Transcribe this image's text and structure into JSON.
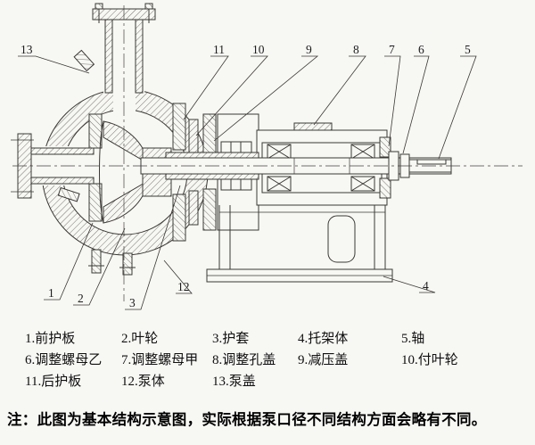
{
  "drawing": {
    "description": "Cross-section engineering drawing of a horizontal slurry pump",
    "callouts": [
      {
        "label": "13"
      },
      {
        "label": "11"
      },
      {
        "label": "10"
      },
      {
        "label": "9"
      },
      {
        "label": "8"
      },
      {
        "label": "7"
      },
      {
        "label": "6"
      },
      {
        "label": "5"
      },
      {
        "label": "1"
      },
      {
        "label": "2"
      },
      {
        "label": "3"
      },
      {
        "label": "12"
      },
      {
        "label": "4"
      }
    ]
  },
  "legend": {
    "rows": [
      {
        "items": [
          {
            "label": "1.前护板"
          },
          {
            "label": "2.叶轮"
          },
          {
            "label": "3.护套"
          },
          {
            "label": "4.托架体"
          },
          {
            "label": "5.轴"
          }
        ]
      },
      {
        "items": [
          {
            "label": "6.调整螺母乙"
          },
          {
            "label": "7.调整螺母甲"
          },
          {
            "label": "8.调整孔盖"
          },
          {
            "label": "9.减压盖"
          },
          {
            "label": "10.付叶轮"
          }
        ]
      },
      {
        "items": [
          {
            "label": "11.后护板"
          },
          {
            "label": "12.泵体"
          },
          {
            "label": "13.泵盖"
          }
        ]
      }
    ]
  },
  "note": "注：此图为基本结构示意图，实际根据泵口径不同结构方面会略有不同。"
}
